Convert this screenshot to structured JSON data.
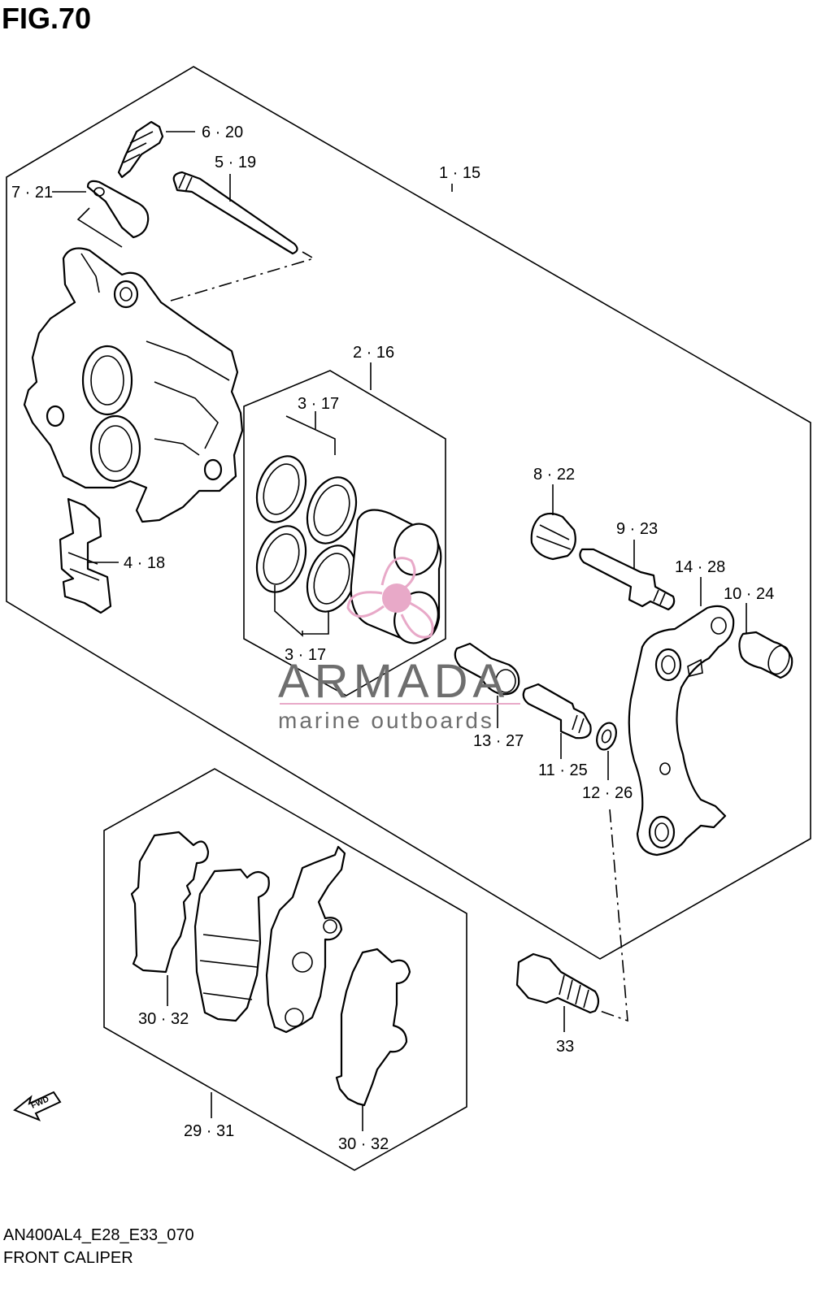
{
  "figure": {
    "title": "FIG.70",
    "model_code": "AN400AL4_E28_E33_070",
    "caption": "FRONT CALIPER"
  },
  "callouts": {
    "c_6_20": "6 · 20",
    "c_5_19": "5 · 19",
    "c_7_21": "7 · 21",
    "c_1_15": "1 · 15",
    "c_2_16": "2 · 16",
    "c_3_17_top": "3 · 17",
    "c_3_17_bottom": "3 · 17",
    "c_4_18": "4 · 18",
    "c_8_22": "8 · 22",
    "c_9_23": "9 · 23",
    "c_14_28": "14 · 28",
    "c_10_24": "10 · 24",
    "c_13_27": "13 · 27",
    "c_11_25": "11 · 25",
    "c_12_26": "12 · 26",
    "c_30_32_left": "30 · 32",
    "c_30_32_right": "30 · 32",
    "c_29_31": "29 · 31",
    "c_33": "33",
    "fwd": "FWD"
  },
  "watermark": {
    "brand": "ARMADA",
    "tagline": "marine outboards",
    "color": "#e8a9c8"
  }
}
